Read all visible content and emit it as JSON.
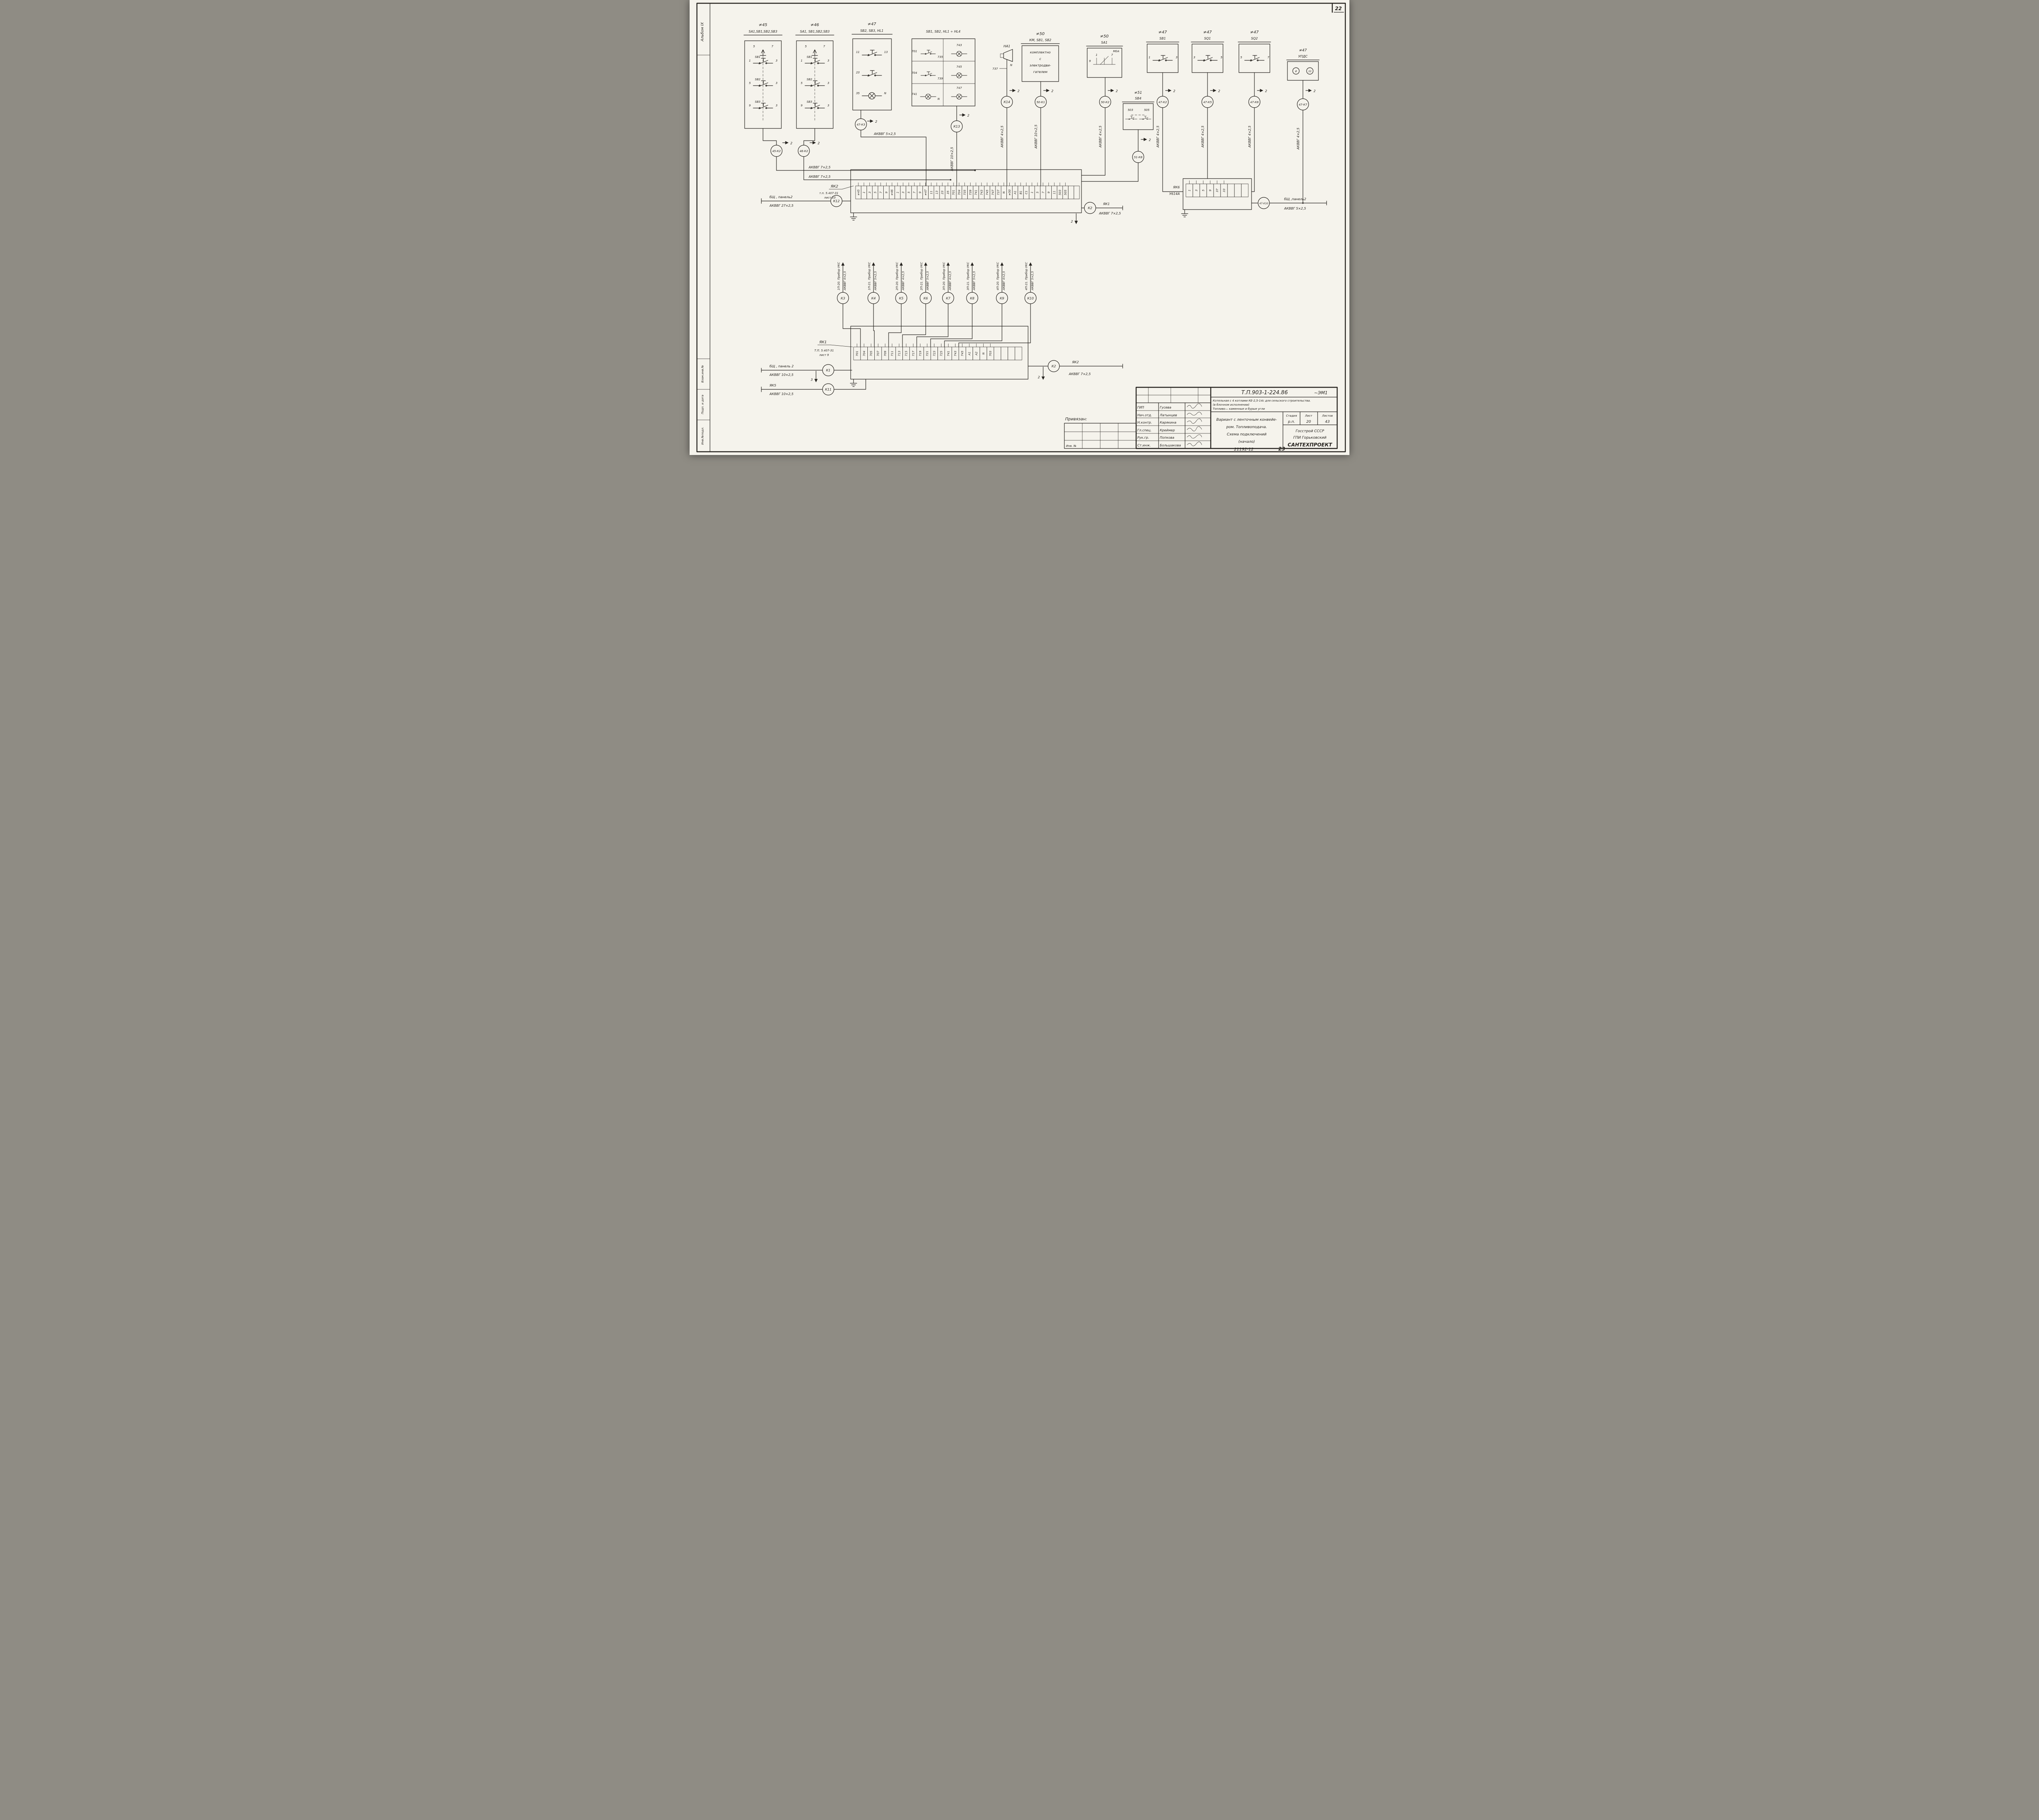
{
  "page": {
    "sheet_top": "22",
    "sheet_bottom": "23",
    "order_no": "21192-12",
    "album": "Альбом IX",
    "margin_1": "Взам.инв.№",
    "margin_2": "Подп. и дата",
    "margin_3": "Инв.№подл."
  },
  "refs": {
    "sheet2": "2",
    "sheet3": "3"
  },
  "blocks": {
    "b45": {
      "tag": "≠45",
      "subtitle": "SA1,SB1,SB2,SB3",
      "top_l": "5",
      "top_r": "7",
      "items": [
        {
          "name": "SB1",
          "a": "1",
          "b": "3"
        },
        {
          "name": "SB2",
          "a": "5",
          "b": "3"
        },
        {
          "name": "SB3",
          "a": "9",
          "b": "3"
        }
      ]
    },
    "b46": {
      "tag": "≠46",
      "subtitle": "SA1, SB1,SB2,SB3",
      "top_l": "5",
      "top_r": "7",
      "items": [
        {
          "name": "SB1",
          "a": "1",
          "b": "3"
        },
        {
          "name": "SB2",
          "a": "5",
          "b": "3"
        },
        {
          "name": "SB3",
          "a": "9",
          "b": "3"
        }
      ]
    },
    "b47a": {
      "tag": "≠47",
      "subtitle": "SB2, SB3, HL1",
      "c1a": "11",
      "c1b": "13",
      "c2a": "23",
      "lamp_a": "35",
      "lamp_n": "N"
    },
    "bsb": {
      "title": "SB1, SB2,  HL1 ÷ HL4",
      "r1a": "701",
      "r1b": "735",
      "r1l": "743",
      "r2a": "704",
      "r2b": "739",
      "r2l": "745",
      "r3a": "741",
      "r3b": "N",
      "r3l": "747"
    },
    "ha1": {
      "label": "НА1",
      "t1": "737",
      "t2": "N"
    },
    "b50a": {
      "tag": "≠50",
      "subtitle": "КМ, SB1,  SB2",
      "l1": "комплектно",
      "l2": "с",
      "l3": "электродви-",
      "l4": "гателем"
    },
    "b50b": {
      "tag": "≠50",
      "subtitle": "SA1",
      "pos": "М0А",
      "n1": "1",
      "n2": "7",
      "n3": "9"
    },
    "b51": {
      "tag": "≠51",
      "subtitle": "SB4",
      "a": "503",
      "b": "505"
    },
    "b47b": {
      "tag": "≠47",
      "subtitle": "SB1",
      "a": "1",
      "b": "3"
    },
    "b47c": {
      "tag": "≠47",
      "subtitle": "SQ1",
      "a": "3",
      "b": "5"
    },
    "b47d": {
      "tag": "≠47",
      "subtitle": "SQ2",
      "a": "5",
      "b": "7"
    },
    "b47e": {
      "tag": "≠47",
      "subtitle": "УПДС",
      "a": "И",
      "b": "33"
    }
  },
  "relays": {
    "k45_2": "45-К2",
    "k46_2": "46-К2",
    "k47_3": "47-К3",
    "k13": "К13",
    "k14": "К14",
    "k50_1": "50-К1",
    "k50_2": "50-К2",
    "k51_8": "51-К8",
    "k47_2": "47-К2",
    "k47_5": "47-К5",
    "k47_6": "47-К6",
    "k47_7": "47-К7",
    "k12": "К12",
    "k2_top": "К2",
    "k47_10": "47-К10",
    "k1": "К1",
    "k11": "К11",
    "k2_bottom": "К2",
    "k3": "К3",
    "k4": "К4",
    "k5": "К5",
    "k6": "К6",
    "k7": "К7",
    "k8": "К8",
    "k9": "К9",
    "k10": "К10"
  },
  "top": {
    "cable_5": "АКВВГ 5×2,5",
    "cable_k13": "АКВВГ 10×2,5",
    "cable_k14": "АКВВГ 4×2,5",
    "cable_k50_1": "АКВВГ 10×2,5",
    "cable_k50_2": "АКВВГ 4×2,5",
    "cable_k47_2": "АКВВГ 4×2,5",
    "cable_k47_5": "АКВВГ 4×2,5",
    "cable_k47_6": "АКВВГ 4×2,5",
    "cable_k47_7": "АКВВГ 4×2,5",
    "bus7_a": "АКВВГ 7×2,5",
    "bus7_b": "АКВВГ  7×2,5",
    "feed_left_1": "бЩ ,  панель2",
    "feed_left_2": "АКВВГ  27×2,5",
    "yak2_name": "ЯК2",
    "yak2_ref1": "т.п. 5.407-31",
    "yak2_ref2": "лист 10",
    "yak2_terminals": [
      "≠45",
      "1",
      "3",
      "5",
      "7",
      "9",
      "≠46",
      "1",
      "3",
      "5",
      "7",
      "9",
      "≠47",
      "11",
      "13",
      "23",
      "35",
      "701",
      "704",
      "735",
      "739",
      "741",
      "743",
      "745",
      "747",
      "737",
      "N",
      "≠50",
      "А1",
      "В1",
      "С1",
      "1",
      "5",
      "7",
      "9",
      "11",
      "503",
      "505",
      "",
      ""
    ],
    "k2_out_1": "ЯК1",
    "k2_out_2": "АКВВГ  7×2,5",
    "yak6_name": "ЯК6",
    "yak6_type": "У614А",
    "yak6_terminals": [
      "1",
      "3",
      "5",
      "9",
      "37",
      "33",
      "",
      "",
      ""
    ],
    "k47_10_out_1": "бЩ ,панель2",
    "k47_10_out_2": "АКВВГ  5×2,5"
  },
  "lower": {
    "devices": [
      {
        "name": "1П-20. Прибор УКС",
        "cable": "АКВВГ 4×2,5"
      },
      {
        "name": "1П-21. Прибор УКС",
        "cable": "АКВВГ 5×2,5"
      },
      {
        "name": "2П-20. Прибор УКС",
        "cable": "АКВВГ 4×2,5"
      },
      {
        "name": "2П-21. Прибор УКС",
        "cable": "АКВВГ 5×2,5"
      },
      {
        "name": "3П-20. Прибор УКС",
        "cable": "АКВВГ 4×2,5"
      },
      {
        "name": "3П-21. Прибор УКС",
        "cable": "АКВВГ 5×2,5"
      },
      {
        "name": "4П-20. Прибор УКС",
        "cable": "АКВВГ 4×2,5"
      },
      {
        "name": "4П-21. Прибор УКС",
        "cable": "АКВВГ 5×2,5"
      }
    ],
    "yak1_name": "ЯК1",
    "yak1_ref1": "Т.П. 5.407-31",
    "yak1_ref2": "лист 9",
    "yak1_terminals": [
      "701",
      "704",
      "705",
      "707",
      "709",
      "711",
      "713",
      "715",
      "717",
      "719",
      "721",
      "723",
      "725",
      "741",
      "743",
      "745",
      "А1",
      "А2",
      "N",
      "703",
      "",
      "",
      "",
      ""
    ],
    "k1_1": "бЩ , панель 2",
    "k1_2": "АКВВГ  10×2,5",
    "k11_1": "ЯК5",
    "k11_2": "АКВВГ  10×2,5",
    "k2b_1": "ЯК2",
    "k2b_2": "АКВВГ  7×2,5"
  },
  "titleblock": {
    "doc_code": "Т.П.903-1-224.86",
    "scheme": "~ЭМ1",
    "desc_1": "Котельная с 4 котлами КЕ-2,5-14с  для сельского строительства.",
    "desc_2": "(в блочном  исполнении)",
    "desc_3": "Топливо— каменные и бурые  угли",
    "roles": [
      {
        "role": "ГИП",
        "name": "Гусева"
      },
      {
        "role": "Нач.отд.",
        "name": "Латынцев"
      },
      {
        "role": "Н.контр.",
        "name": "Карякина"
      },
      {
        "role": "Гл.спец.",
        "name": "Креймер"
      },
      {
        "role": "Рук.гр.",
        "name": "Попкова"
      },
      {
        "role": "Ст.инж.",
        "name": "Большакова"
      }
    ],
    "title_1": "Вариант  с ленточным конвейе-",
    "title_2": "ром.    Топливоподача.",
    "title_3": "Схема     подключений",
    "title_4": "(начало)",
    "stage_h1": "Стадия",
    "stage_h2": "Лист",
    "stage_h3": "Листов",
    "stage_v1": "р.п.",
    "stage_v2": "20",
    "stage_v3": "43",
    "org_1": "Госстрой СССР",
    "org_2": "ГПИ Горьковский",
    "org_3": "САНТЕХПРОЕКТ",
    "privyazan": "Привязан:",
    "inv": "Инв. №"
  }
}
